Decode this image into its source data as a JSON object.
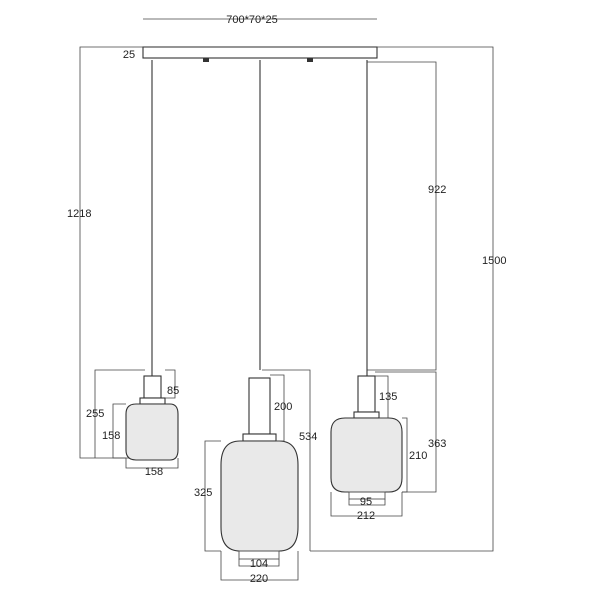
{
  "canopy": {
    "size_label": "700*70*25",
    "thickness_label": "25"
  },
  "overall_height_label": "1500",
  "lamps": [
    {
      "id": "left",
      "cable_label": "1218",
      "total_label": "255",
      "holder_label": "85",
      "shade_height_label": "158",
      "shade_width_label": "158"
    },
    {
      "id": "center",
      "total_label": "534",
      "holder_label": "200",
      "shade_height_label": "325",
      "shade_width_label": "220",
      "neck_label": "104"
    },
    {
      "id": "right",
      "cable_label": "922",
      "total_label": "363",
      "holder_label": "135",
      "shade_height_label": "210",
      "shade_width_label": "212",
      "neck_label": "95"
    }
  ]
}
